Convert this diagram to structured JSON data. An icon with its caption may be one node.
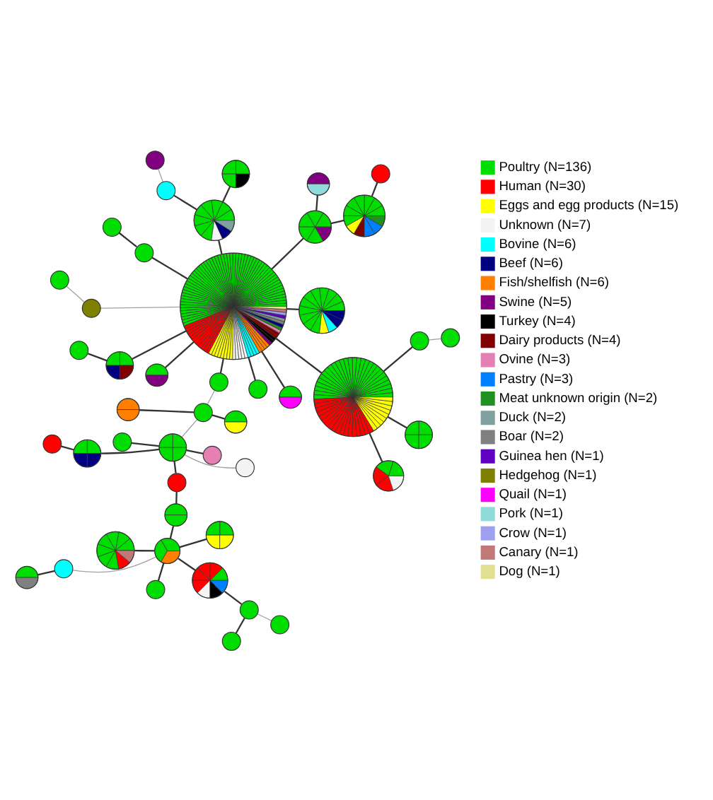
{
  "diagram": {
    "nodes": [
      {
        "text": [],
        "shape": "circle"
      },
      {
        "text": [],
        "shape": "circle"
      },
      {
        "text": [],
        "shape": "circle"
      },
      {
        "text": [],
        "shape": "circle"
      },
      {
        "text": [],
        "shape": "circle"
      },
      {
        "text": [],
        "shape": "circle"
      },
      {
        "text": [],
        "shape": "circle"
      },
      {
        "text": [],
        "shape": "circle"
      },
      {
        "text": [],
        "shape": "circle"
      },
      {
        "text": [],
        "shape": "circle"
      },
      {
        "text": [],
        "shape": "circle"
      },
      {
        "text": [],
        "shape": "circle"
      },
      {
        "text": [],
        "shape": "circle"
      },
      {
        "text": [],
        "shape": "circle"
      },
      {
        "text": [],
        "shape": "circle"
      },
      {
        "text": [],
        "shape": "circle"
      },
      {
        "text": [],
        "shape": "circle"
      },
      {
        "text": [],
        "shape": "circle"
      },
      {
        "text": [],
        "shape": "circle"
      },
      {
        "text": [],
        "shape": "circle"
      },
      {
        "text": [],
        "shape": "circle"
      },
      {
        "text": [],
        "shape": "circle"
      },
      {
        "text": [],
        "shape": "circle"
      },
      {
        "text": [],
        "shape": "circle"
      },
      {
        "text": [],
        "shape": "circle"
      },
      {
        "text": [],
        "shape": "circle"
      },
      {
        "text": [],
        "shape": "circle"
      },
      {
        "text": [],
        "shape": "circle"
      },
      {
        "text": [],
        "shape": "circle"
      },
      {
        "text": [],
        "shape": "circle"
      },
      {
        "text": [],
        "shape": "circle"
      },
      {
        "text": [],
        "shape": "circle"
      },
      {
        "text": [],
        "shape": "circle"
      },
      {
        "text": [],
        "shape": "circle"
      },
      {
        "text": [],
        "shape": "circle"
      },
      {
        "text": [],
        "shape": "circle"
      },
      {
        "text": [],
        "shape": "circle"
      },
      {
        "text": [],
        "shape": "circle"
      },
      {
        "text": [],
        "shape": "circle"
      },
      {
        "text": [],
        "shape": "circle"
      },
      {
        "text": [],
        "shape": "circle"
      },
      {
        "text": [],
        "shape": "circle"
      },
      {
        "text": [],
        "shape": "circle"
      },
      {
        "text": [],
        "shape": "circle"
      },
      {
        "text": [],
        "shape": "circle"
      },
      {
        "text": [],
        "shape": "circle"
      }
    ],
    "edges": [
      {
        "from": 0,
        "to": 3,
        "arrow": "none",
        "color": "#a0a0a0"
      },
      {
        "from": 3,
        "to": 10,
        "arrow": "none"
      },
      {
        "from": 2,
        "to": 10,
        "arrow": "none"
      },
      {
        "from": 10,
        "to": 18,
        "arrow": "none"
      },
      {
        "from": 4,
        "to": 9,
        "arrow": "none"
      },
      {
        "from": 9,
        "to": 12,
        "arrow": "none"
      },
      {
        "from": 7,
        "to": 12,
        "arrow": "none"
      },
      {
        "from": 12,
        "to": 18,
        "arrow": "none"
      },
      {
        "from": 15,
        "to": 16,
        "arrow": "none"
      },
      {
        "from": 16,
        "to": 18,
        "arrow": "none"
      },
      {
        "from": 17,
        "to": 18,
        "arrow": "none"
      },
      {
        "from": 19,
        "to": 18,
        "arrow": "none"
      },
      {
        "from": 18,
        "to": 5,
        "arrow": "none",
        "color": "#a0a0a0"
      },
      {
        "from": 5,
        "to": 1,
        "arrow": "none",
        "color": "#a0a0a0"
      },
      {
        "from": 18,
        "to": 14,
        "arrow": "none"
      },
      {
        "from": 14,
        "to": 8,
        "arrow": "none"
      },
      {
        "from": 14,
        "to": 11,
        "arrow": "none"
      },
      {
        "from": 11,
        "to": 6,
        "arrow": "none",
        "color": "#a0a0a0"
      },
      {
        "from": 14,
        "to": 13,
        "arrow": "none"
      },
      {
        "from": 18,
        "to": 20,
        "arrow": "none"
      },
      {
        "from": 20,
        "to": 21,
        "arrow": "none"
      },
      {
        "from": 18,
        "to": 22,
        "arrow": "none"
      },
      {
        "from": 18,
        "to": 25,
        "arrow": "none"
      },
      {
        "from": 18,
        "to": 23,
        "arrow": "none"
      },
      {
        "from": 23,
        "to": 26,
        "arrow": "none",
        "color": "#a0a0a0"
      },
      {
        "from": 24,
        "to": 26,
        "arrow": "none"
      },
      {
        "from": 27,
        "to": 26,
        "arrow": "none"
      },
      {
        "from": 26,
        "to": 29,
        "arrow": "none",
        "color": "#a0a0a0"
      },
      {
        "from": 29,
        "to": 28,
        "arrow": "none"
      },
      {
        "from": 29,
        "to": 30,
        "arrow": "none",
        "color": "#a0a0a0"
      },
      {
        "from": 29,
        "to": 31,
        "arrow": "none"
      },
      {
        "from": 29,
        "to": 32,
        "arrow": "none"
      },
      {
        "from": 29,
        "to": 33,
        "arrow": "none"
      },
      {
        "from": 33,
        "to": 36,
        "arrow": "none"
      },
      {
        "from": 32,
        "to": 34,
        "arrow": "none"
      },
      {
        "from": 34,
        "to": 37,
        "arrow": "none"
      },
      {
        "from": 37,
        "to": 35,
        "arrow": "none"
      },
      {
        "from": 37,
        "to": 38,
        "arrow": "none"
      },
      {
        "from": 37,
        "to": 39,
        "arrow": "none"
      },
      {
        "from": 37,
        "to": 41,
        "arrow": "none",
        "color": "#a0a0a0"
      },
      {
        "from": 37,
        "to": 40,
        "arrow": "none"
      },
      {
        "from": 41,
        "to": 43,
        "arrow": "none"
      },
      {
        "from": 40,
        "to": 42,
        "arrow": "none"
      },
      {
        "from": 42,
        "to": 44,
        "arrow": "none"
      },
      {
        "from": 42,
        "to": 45,
        "arrow": "none",
        "color": "#a0a0a0"
      }
    ],
    "legend": [
      {
        "text": "Poultry (N=136)",
        "color": "#00dd00"
      },
      {
        "text": "Human (N=30)",
        "color": "#ff0000"
      },
      {
        "text": "Eggs and egg products (N=15)",
        "color": "#ffff00"
      },
      {
        "text": "Unknown (N=7)",
        "color": "#f4f4f4"
      },
      {
        "text": "Bovine (N=6)",
        "color": "#00ffff"
      },
      {
        "text": "Beef (N=6)",
        "color": "#000080"
      },
      {
        "text": "Fish/shelfish (N=6)",
        "color": "#ff8000"
      },
      {
        "text": "Swine (N=5)",
        "color": "#800080"
      },
      {
        "text": "Turkey (N=4)",
        "color": "#000000"
      },
      {
        "text": "Dairy products (N=4)",
        "color": "#800000"
      },
      {
        "text": "Ovine (N=3)",
        "color": "#e680b3"
      },
      {
        "text": "Pastry (N=3)",
        "color": "#0080ff"
      },
      {
        "text": "Meat unknown origin (N=2)",
        "color": "#209020"
      },
      {
        "text": "Duck (N=2)",
        "color": "#80a0a0"
      },
      {
        "text": "Boar (N=2)",
        "color": "#808080"
      },
      {
        "text": "Guinea hen (N=1)",
        "color": "#6000c0"
      },
      {
        "text": "Hedgehog (N=1)",
        "color": "#808000"
      },
      {
        "text": "Quail (N=1)",
        "color": "#ff00ff"
      },
      {
        "text": "Pork (N=1)",
        "color": "#90dada"
      },
      {
        "text": "Crow (N=1)",
        "color": "#a0a0f0"
      },
      {
        "text": "Canary (N=1)",
        "color": "#c07878"
      },
      {
        "text": "Dog (N=1)",
        "color": "#e0e090"
      }
    ]
  }
}
